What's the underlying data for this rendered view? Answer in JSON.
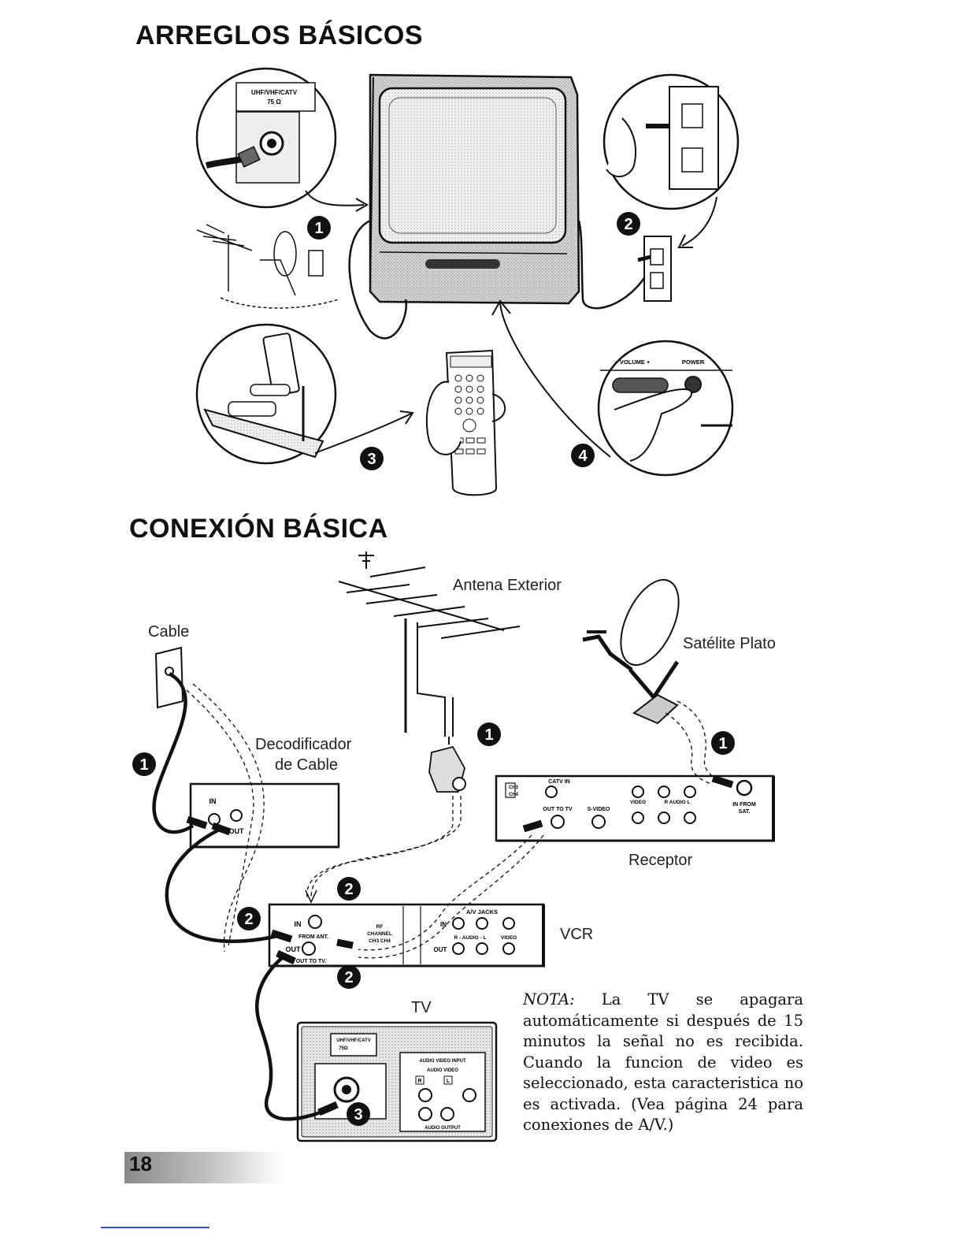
{
  "headings": {
    "setup": "ARREGLOS BÁSICOS",
    "connection": "CONEXIÓN BÁSICA"
  },
  "setup_figure": {
    "antenna_jack_label_1": "UHF/VHF/CATV",
    "antenna_jack_label_2": "75 Ω",
    "volume_label": "– VOLUME +",
    "power_label": "POWER",
    "steps": [
      "1",
      "2",
      "3",
      "4"
    ]
  },
  "connection_figure": {
    "cable": "Cable",
    "antenna": "Antena Exterior",
    "satellite": "Satélite Plato",
    "decoder_1": "Decodificador",
    "decoder_2": "de Cable",
    "receiver": "Receptor",
    "vcr": "VCR",
    "tv": "TV",
    "decoder_in": "IN",
    "decoder_out": "OUT",
    "receiver_catv_in": "CATV IN",
    "receiver_ch3": "CH3",
    "receiver_ch4": "CH4",
    "receiver_out_to_tv": "OUT TO TV",
    "receiver_svideo": "S-VIDEO",
    "receiver_video": "VIDEO",
    "receiver_raudio": "R  AUDIO  L",
    "receiver_in_from_sat_1": "IN FROM",
    "receiver_in_from_sat_2": "SAT.",
    "vcr_av_jacks": "A/V JACKS",
    "vcr_in": "IN",
    "vcr_from_ant": "FROM ANT.",
    "vcr_out": "OUT",
    "vcr_out_to_tv": "OUT TO TV.",
    "vcr_rf_1": "RF",
    "vcr_rf_2": "CHANNEL",
    "vcr_rf_3": "CH3  CH4",
    "vcr_audio": "R - AUDIO - L",
    "vcr_video": "VIDEO",
    "tv_jack_label_1": "UHF/VHF/CATV",
    "tv_jack_label_2": "75Ω",
    "tv_av_header": "AUDIO   VIDEO   INPUT",
    "tv_av_sub": "AUDIO          VIDEO",
    "tv_audio_output": "AUDIO OUTPUT",
    "tv_r": "R",
    "tv_l": "L"
  },
  "note": {
    "label": "NOTA:",
    "text": "La TV se apagara automáticamente si después de 15 minutos la señal no es recibida. Cuando la funcion de video es seleccionado, esta caracteristica no es activada. (Vea página 24 para conexiones de A/V.)"
  },
  "page_number": "18"
}
